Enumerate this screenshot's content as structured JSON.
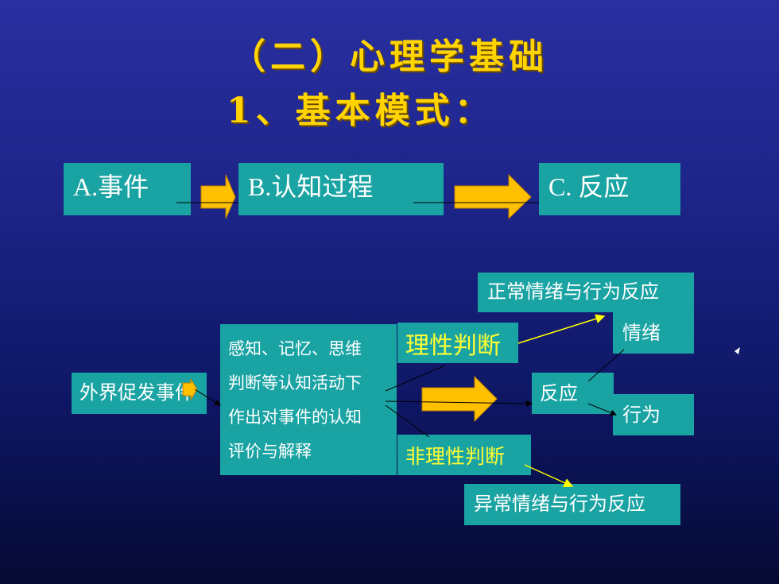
{
  "title_line1": "（二）心理学基础",
  "title_line2": "1、基本模式：",
  "flow": {
    "a": "A.事件",
    "b": "B.认知过程",
    "c": "C. 反应"
  },
  "detail": {
    "external_event": "外界促发事件",
    "cognition_lines": [
      "感知、记忆、思维",
      "判断等认知活动下",
      "作出对事件的认知",
      "评价与解释"
    ],
    "rational": "理性判断",
    "irrational": "非理性判断",
    "reaction": "反应",
    "emotion": "情绪",
    "behavior": "行为",
    "normal": "正常情绪与行为反应",
    "abnormal": "异常情绪与行为反应"
  }
}
